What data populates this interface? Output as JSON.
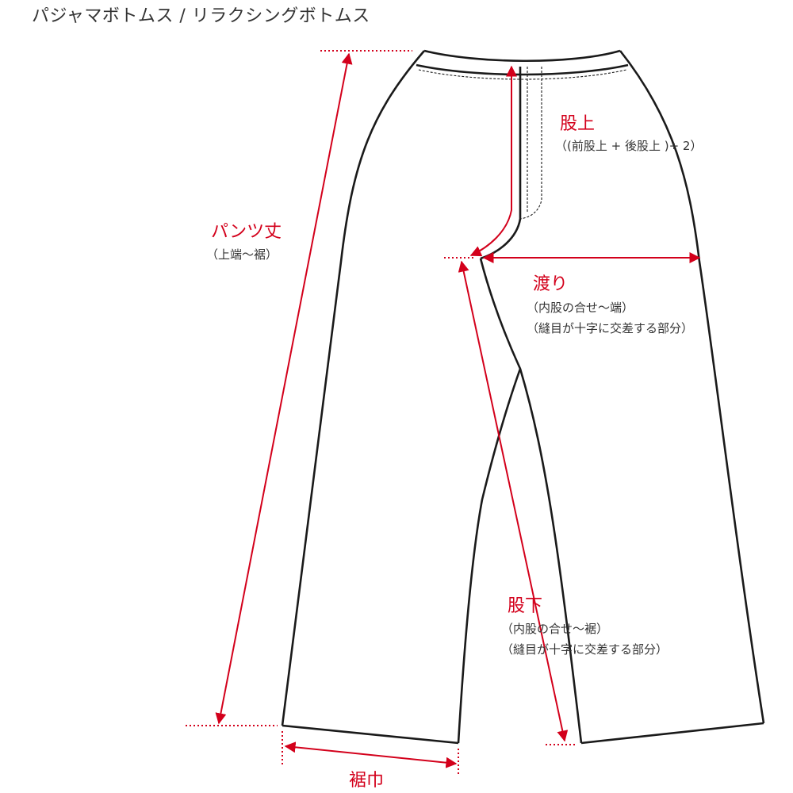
{
  "title": "パジャマボトムス / リラクシングボトムス",
  "labels": {
    "rise": {
      "name": "股上",
      "note": "（(前股上 + 後股上 )÷ 2）"
    },
    "length": {
      "name": "パンツ丈",
      "note": "（上端〜裾）"
    },
    "thigh": {
      "name": "渡り",
      "note1": "（内股の合せ〜端）",
      "note2": "（縫目が十字に交差する部分）"
    },
    "inseam": {
      "name": "股下",
      "note1": "（内股の合せ〜裾）",
      "note2": "（縫目が十字に交差する部分）"
    },
    "hem": {
      "name": "裾巾"
    }
  },
  "colors": {
    "accent": "#d3001b",
    "outline": "#1a1a1a"
  }
}
